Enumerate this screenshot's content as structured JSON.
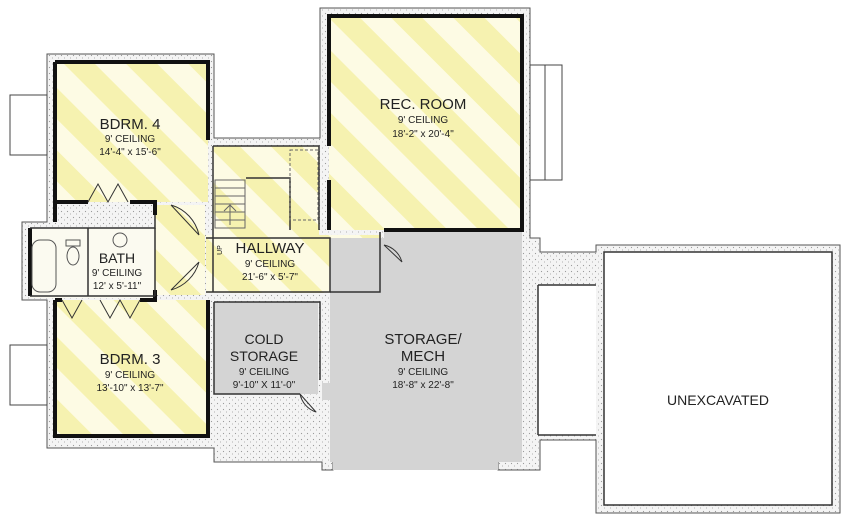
{
  "rooms": {
    "rec_room": {
      "name": "REC. ROOM",
      "ceiling": "9' CEILING",
      "size": "18'-2\" x 20'-4\""
    },
    "bdrm4": {
      "name": "BDRM. 4",
      "ceiling": "9' CEILING",
      "size": "14'-4\" x 15'-6\""
    },
    "bath": {
      "name": "BATH",
      "ceiling": "9' CEILING",
      "size": "12' x 5'-11\""
    },
    "hallway": {
      "name": "HALLWAY",
      "ceiling": "9' CEILING",
      "size": "21'-6\" x 5'-7\""
    },
    "bdrm3": {
      "name": "BDRM. 3",
      "ceiling": "9' CEILING",
      "size": "13'-10\" x 13'-7\""
    },
    "cold_storage": {
      "name_line1": "COLD",
      "name_line2": "STORAGE",
      "ceiling": "9' CEILING",
      "size": "9'-10\" X 11'-0\""
    },
    "storage_mech": {
      "name_line1": "STORAGE/",
      "name_line2": "MECH",
      "ceiling": "9' CEILING",
      "size": "18'-8\" x 22'-8\""
    },
    "unexcavated": {
      "name": "UNEXCAVATED"
    }
  },
  "stair_label": "UP",
  "colors": {
    "wall": "#111111",
    "foundation": "#f3f3f3",
    "finished_floor": "#fdfbe0",
    "stripe": "#f6f3a8",
    "unfinished_floor": "#d4d4d4"
  }
}
